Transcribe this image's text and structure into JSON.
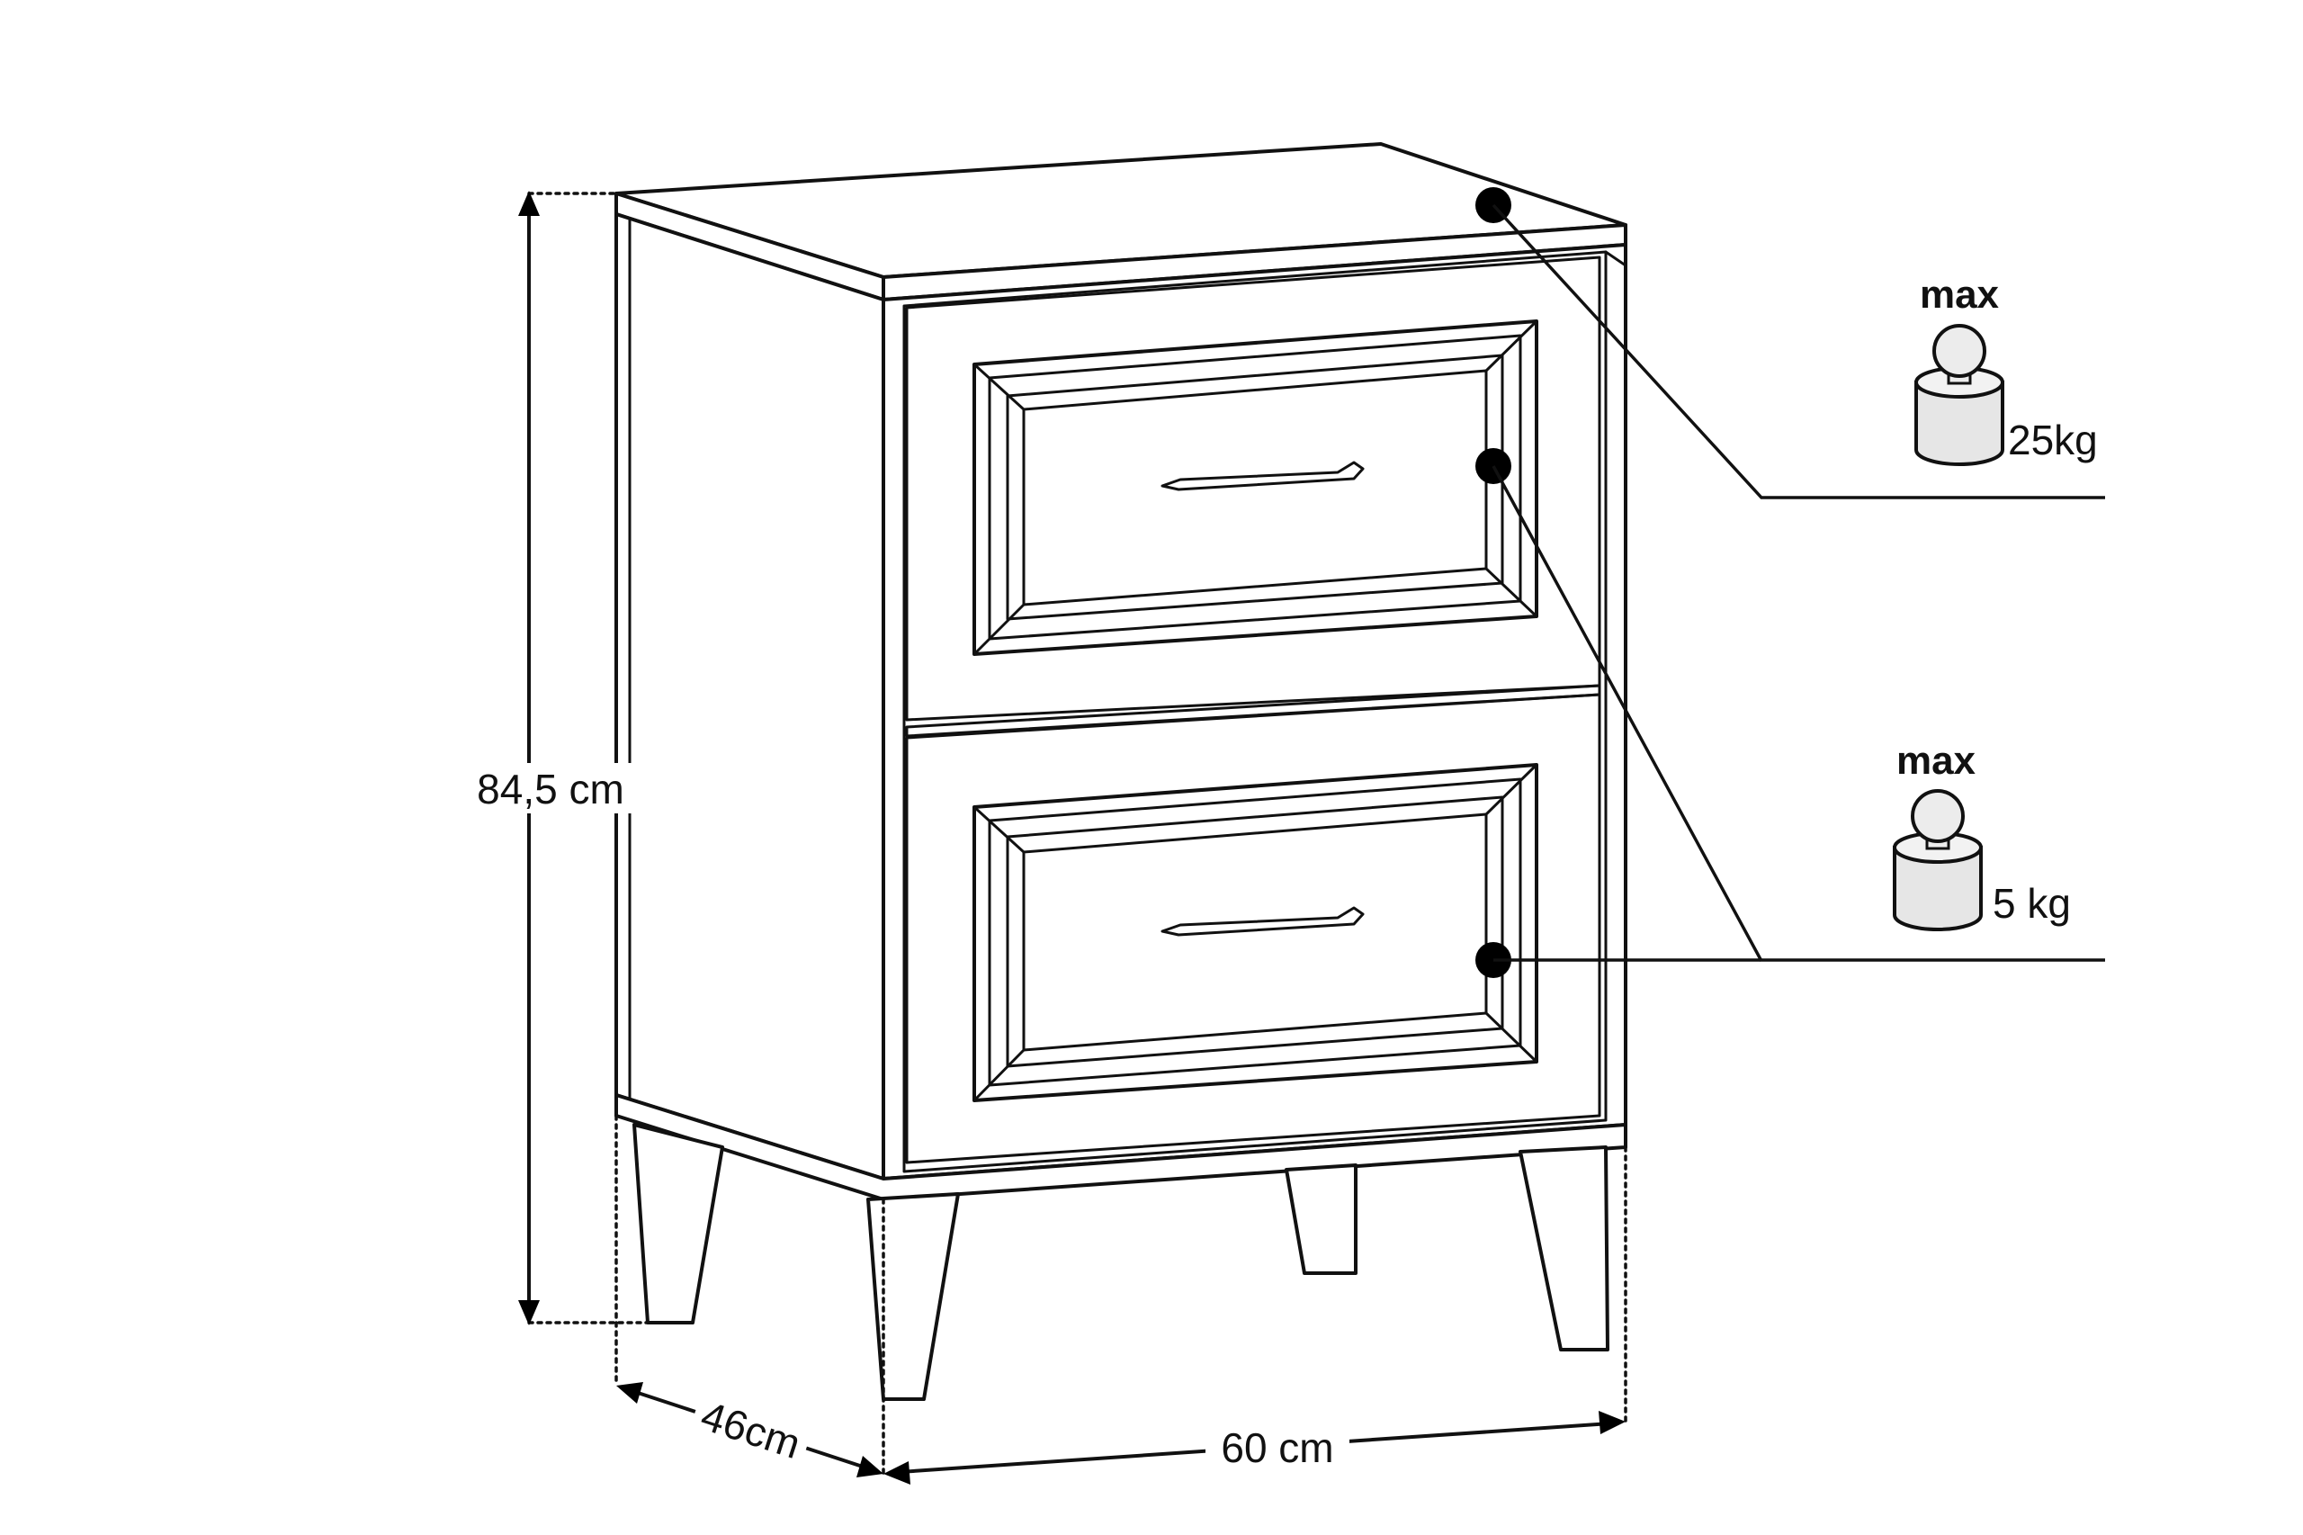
{
  "dimensions": {
    "height": "84,5 cm",
    "depth": "46cm",
    "width": "60 cm"
  },
  "load_limits": [
    {
      "max_label": "max",
      "weight": "25kg"
    },
    {
      "max_label": "max",
      "weight": "5 kg"
    }
  ],
  "colors": {
    "line": "#111111",
    "background": "#ffffff",
    "weight_fill": "#e6e6e6"
  }
}
